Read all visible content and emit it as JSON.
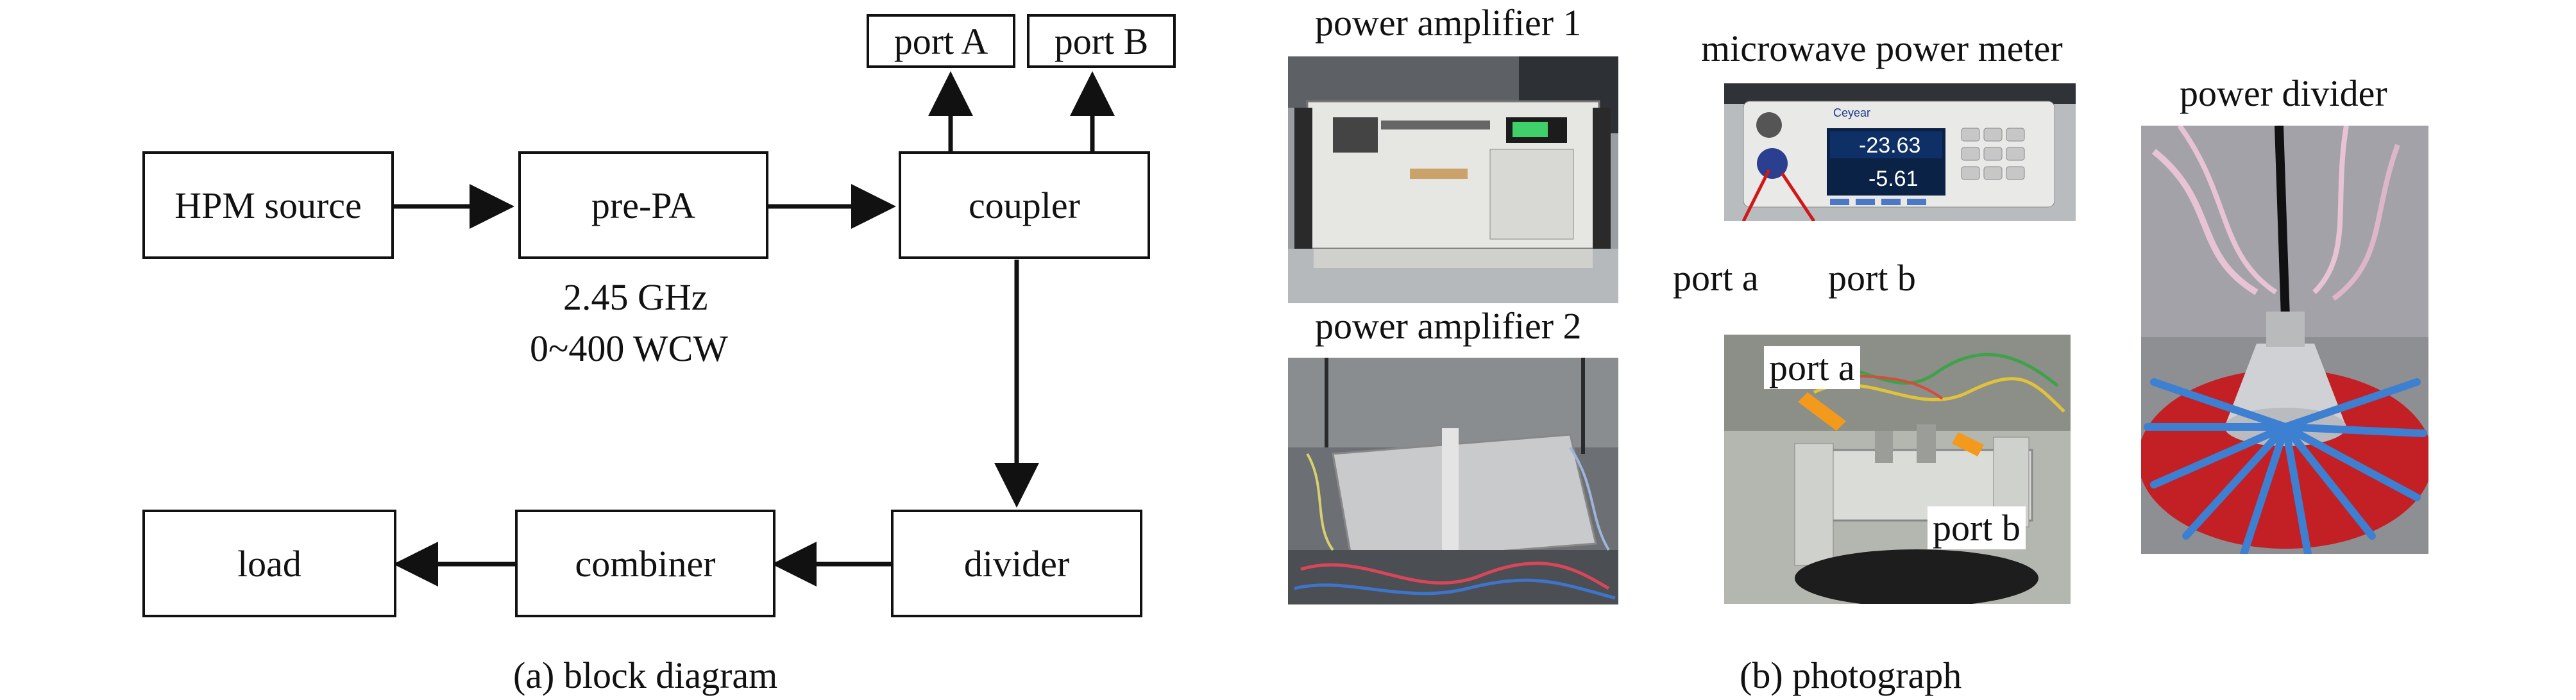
{
  "diagram": {
    "blocks": {
      "hpm_source": "HPM source",
      "pre_pa": "pre-PA",
      "coupler": "coupler",
      "port_A": "port A",
      "port_B": "port B",
      "divider": "divider",
      "combiner": "combiner",
      "load": "load"
    },
    "spec_freq": "2.45 GHz",
    "spec_power": "0~400 WCW",
    "caption": "(a) block diagram"
  },
  "photos": {
    "pa1": "power amplifier 1",
    "pa2": "power amplifier 2",
    "meter": "microwave power meter",
    "meter_readings": [
      "-23.63",
      "-5.61"
    ],
    "meter_brand": "Ceyear",
    "meter_port_a": "port a",
    "meter_port_b": "port b",
    "coupler_port_a": "port a",
    "coupler_port_b": "port b",
    "divider": "power divider",
    "caption": "(b) photograph"
  }
}
